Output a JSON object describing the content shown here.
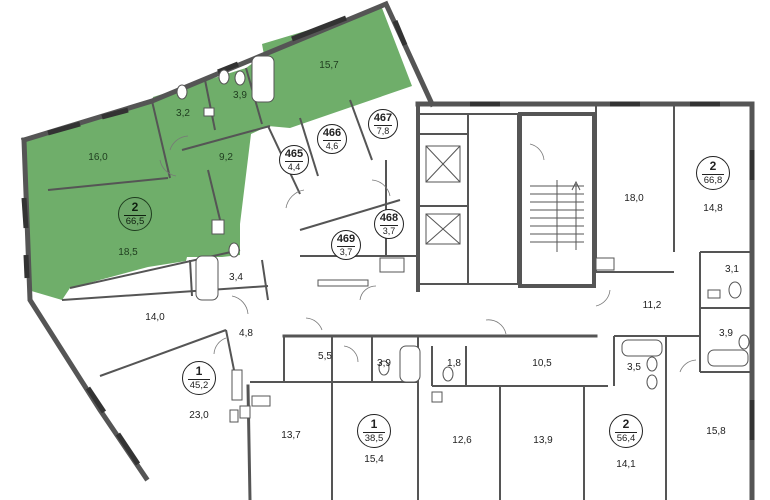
{
  "colors": {
    "highlight_fill": "#6fae6a",
    "highlight_dark": "#4e8a4c",
    "wall": "#555555",
    "window": "#3b3b3b",
    "background": "#ffffff"
  },
  "apartments": [
    {
      "id": "apt-highlighted",
      "number": "2",
      "area": "66,5",
      "highlighted": true
    },
    {
      "id": "apt-right-top",
      "number": "2",
      "area": "66,8",
      "highlighted": false
    },
    {
      "id": "apt-left",
      "number": "1",
      "area": "45,2",
      "highlighted": false
    },
    {
      "id": "apt-center",
      "number": "1",
      "area": "38,5",
      "highlighted": false
    },
    {
      "id": "apt-bottom-right",
      "number": "2",
      "area": "56,4",
      "highlighted": false
    }
  ],
  "storage_rooms": [
    {
      "number": "465",
      "area": "4,4"
    },
    {
      "number": "466",
      "area": "4,6"
    },
    {
      "number": "467",
      "area": "7,8"
    },
    {
      "number": "468",
      "area": "3,7"
    },
    {
      "number": "469",
      "area": "3,7"
    }
  ],
  "room_areas": {
    "living_top": "15,7",
    "bath_a": "3,2",
    "bath_b": "3,9",
    "bedroom": "16,0",
    "hall_green": "9,2",
    "kitchen_green": "18,5",
    "bath_left": "3,4",
    "room_left": "14,0",
    "corridor_left": "4,8",
    "room_left_big": "23,0",
    "hall_a": "5,5",
    "bath_c": "3,9",
    "wc_small": "1,8",
    "hall_b": "10,5",
    "bath_d": "3,5",
    "room_a": "13,7",
    "room_b": "15,4",
    "room_c": "12,6",
    "room_d": "13,9",
    "room_e": "14,1",
    "room_f": "15,8",
    "room_right_big": "18,0",
    "room_right_top": "14,8",
    "bath_right": "3,1",
    "hall_right": "11,2",
    "bath_right_b": "3,9"
  }
}
